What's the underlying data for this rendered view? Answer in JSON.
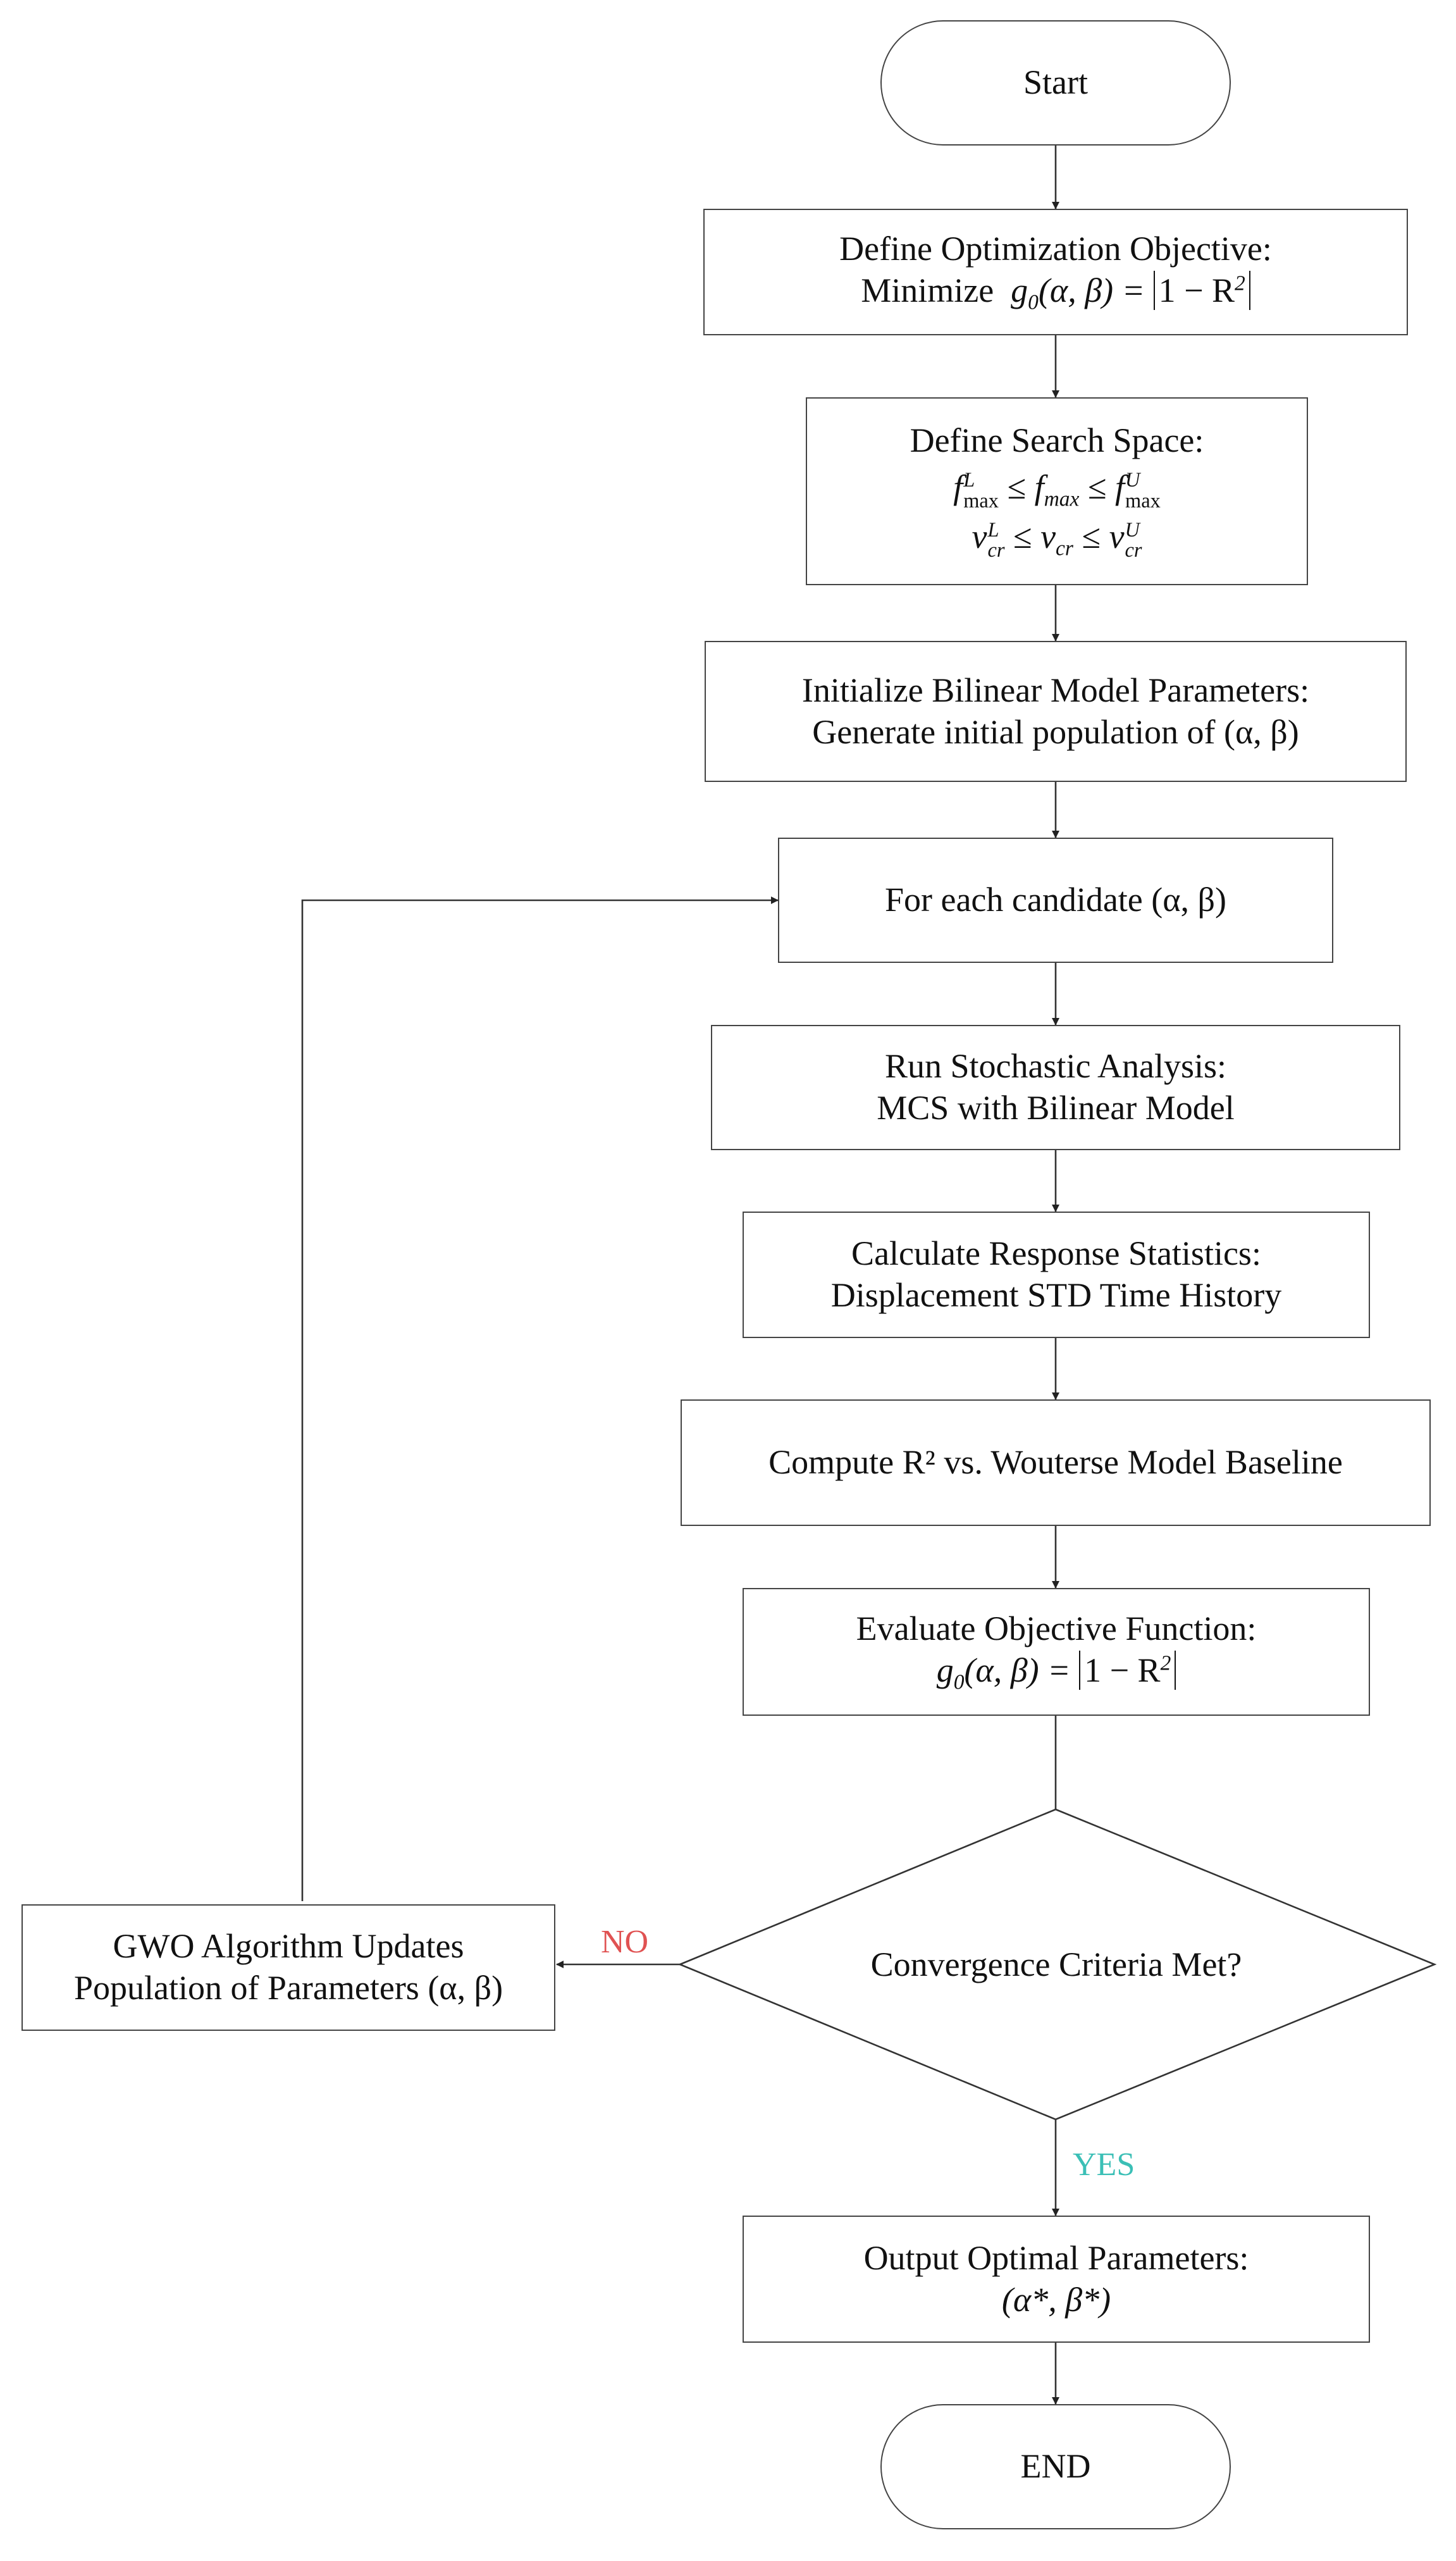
{
  "nodes": {
    "start": "Start",
    "define_objective": {
      "line1": "Define Optimization Objective:",
      "line2_prefix": "Minimize",
      "formula_func": "g",
      "formula_sub": "0",
      "formula_args": "(α, β) =",
      "formula_abs": "1 − R",
      "formula_sup": "2"
    },
    "search_space": {
      "title": "Define Search Space:",
      "f": "f",
      "f_sub": "max",
      "sup_L": "L",
      "sup_U": "U",
      "v": "v",
      "v_sub": "cr",
      "leq": "≤"
    },
    "initialize": {
      "line1": "Initialize Bilinear Model Parameters:",
      "line2": "Generate initial population of (α, β)"
    },
    "for_each": "For each candidate (α, β)",
    "run_analysis": {
      "line1": "Run Stochastic Analysis:",
      "line2": "MCS with Bilinear Model"
    },
    "calc_stats": {
      "line1": "Calculate Response Statistics:",
      "line2": "Displacement STD Time History"
    },
    "compute_r2": "Compute R² vs. Wouterse Model Baseline",
    "evaluate": {
      "line1": "Evaluate Objective Function:",
      "formula_func": "g",
      "formula_sub": "0",
      "formula_args": "(α, β) =",
      "formula_abs": "1 − R",
      "formula_sup": "2"
    },
    "convergence": "Convergence Criteria Met?",
    "gwo_update": {
      "line1": "GWO Algorithm Updates",
      "line2": "Population of Parameters (α, β)"
    },
    "output": {
      "line1": "Output Optimal Parameters:",
      "line2": "(α*, β*)"
    },
    "end": "END"
  },
  "edges": {
    "no_label": "NO",
    "yes_label": "YES"
  },
  "colors": {
    "no": "#e05252",
    "yes": "#3bbfb6",
    "stroke": "#444444"
  }
}
